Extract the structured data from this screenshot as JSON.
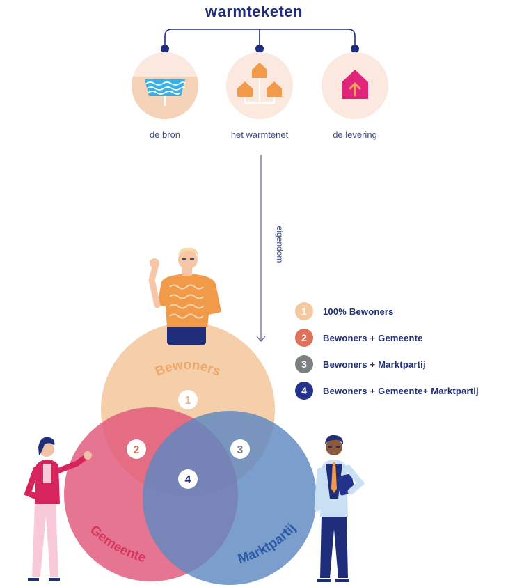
{
  "title": "warmteketen",
  "stages": [
    {
      "label": "de bron",
      "icon": "water-basin-icon"
    },
    {
      "label": "het warmtenet",
      "icon": "connected-houses-icon"
    },
    {
      "label": "de levering",
      "icon": "house-arrow-icon"
    }
  ],
  "arrow_label": "eigendom",
  "venn": {
    "circles": [
      {
        "label": "Bewoners",
        "color": "#f4c9a1",
        "text_color": "#f0a868"
      },
      {
        "label": "Gemeente",
        "color": "#e0577a",
        "text_color": "#d5365f"
      },
      {
        "label": "Marktpartij",
        "color": "#5e89c2",
        "text_color": "#2b5ba6"
      }
    ],
    "regions": [
      {
        "number": "1",
        "color": "#f4c9a1"
      },
      {
        "number": "2",
        "color": "#e0705a"
      },
      {
        "number": "3",
        "color": "#7d8080"
      },
      {
        "number": "4",
        "color": "#23328a"
      }
    ]
  },
  "legend": [
    {
      "number": "1",
      "text": "100% Bewoners",
      "color": "#f4c9a1"
    },
    {
      "number": "2",
      "text": "Bewoners + Gemeente",
      "color": "#e0705a"
    },
    {
      "number": "3",
      "text": "Bewoners + Marktpartij",
      "color": "#7d8080"
    },
    {
      "number": "4",
      "text": "Bewoners + Gemeente+ Marktpartij",
      "color": "#23328a"
    }
  ]
}
